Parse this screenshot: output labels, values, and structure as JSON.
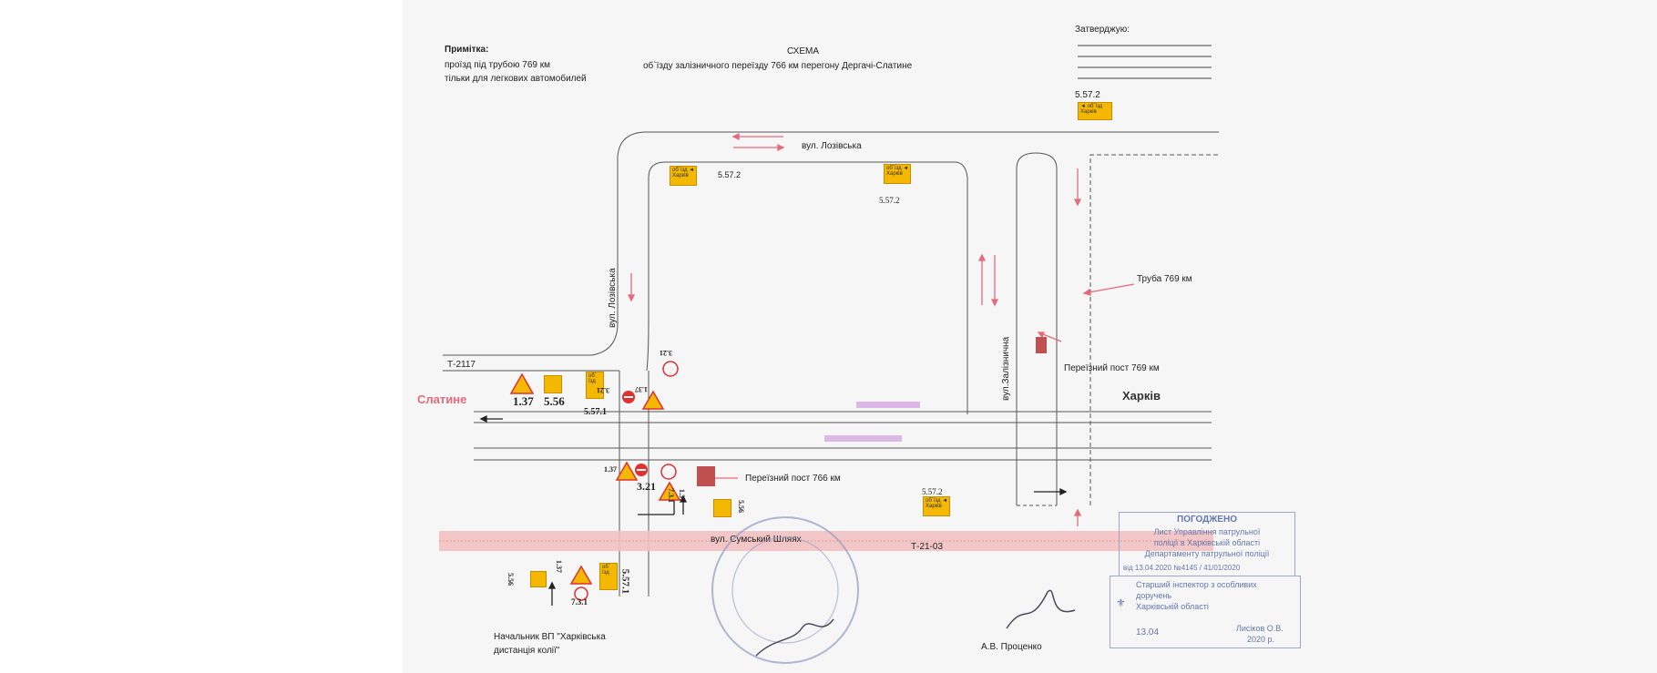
{
  "header": {
    "note_title": "Примітка:",
    "note_line1": "проїзд під трубою 769 км",
    "note_line2": "тільки для легкових автомобилей",
    "scheme_title": "СХЕМА",
    "scheme_subtitle": "об`їзду  залізничного переїзду 766 км перегону Дергачі-Слатине",
    "approve_label": "Затверджую:"
  },
  "places": {
    "slatyne": "Слатине",
    "kharkiv": "Харків"
  },
  "streets": {
    "lozivska_h": "вул. Лозівська",
    "lozivska_v": "вул. Лозівська",
    "zaliznychna": "вул.Залізнична",
    "sumskyi": "вул. Сумський Шляях",
    "t2117": "Т-2117",
    "t2103": "Т-21-03"
  },
  "objects": {
    "truba": "Труба 769 км",
    "post769": "Переїзний пост 769 км",
    "post766": "Переїзний пост 766 км"
  },
  "sign_codes": {
    "s5572": "5.57.2",
    "s5571": "5.57.1",
    "s137": "1.37",
    "s556": "5.56",
    "s321": "3.21",
    "s731": "7.3.1",
    "s731_rot": "7.3.1",
    "s137_rot": "1.37",
    "s556_rot": "5.56",
    "s321_rot": "3.21",
    "s321_rot2": "3.21",
    "s137_rot2": "1.37"
  },
  "footer": {
    "chief_line1": "Начальник ВП \"Харківська",
    "chief_line2": "дистанція колії\"",
    "signer": "А.В. Проценко"
  },
  "stamp_agreed": {
    "title": "ПОГОДЖЕНО",
    "line1": "Лист Управління патрульної",
    "line2": "поліції в Харківській області",
    "line3": "Департаменту патрульної поліції",
    "ref": "від 13.04.2020 №4145 / 41/01/2020"
  },
  "stamp_inspector": {
    "line1": "Старший інспектор з особливих",
    "line2": "доручень",
    "line3": "Харківській області",
    "date": "13.04",
    "name": "Лисіков О.В.",
    "year": "2020 р."
  },
  "colors": {
    "road": "#555555",
    "arrow": "#e86a7a",
    "sign_orange": "#f5b800",
    "sign_red": "#e03030",
    "stamp_blue": "#6478b0",
    "rail_label": "#c47ad8"
  }
}
